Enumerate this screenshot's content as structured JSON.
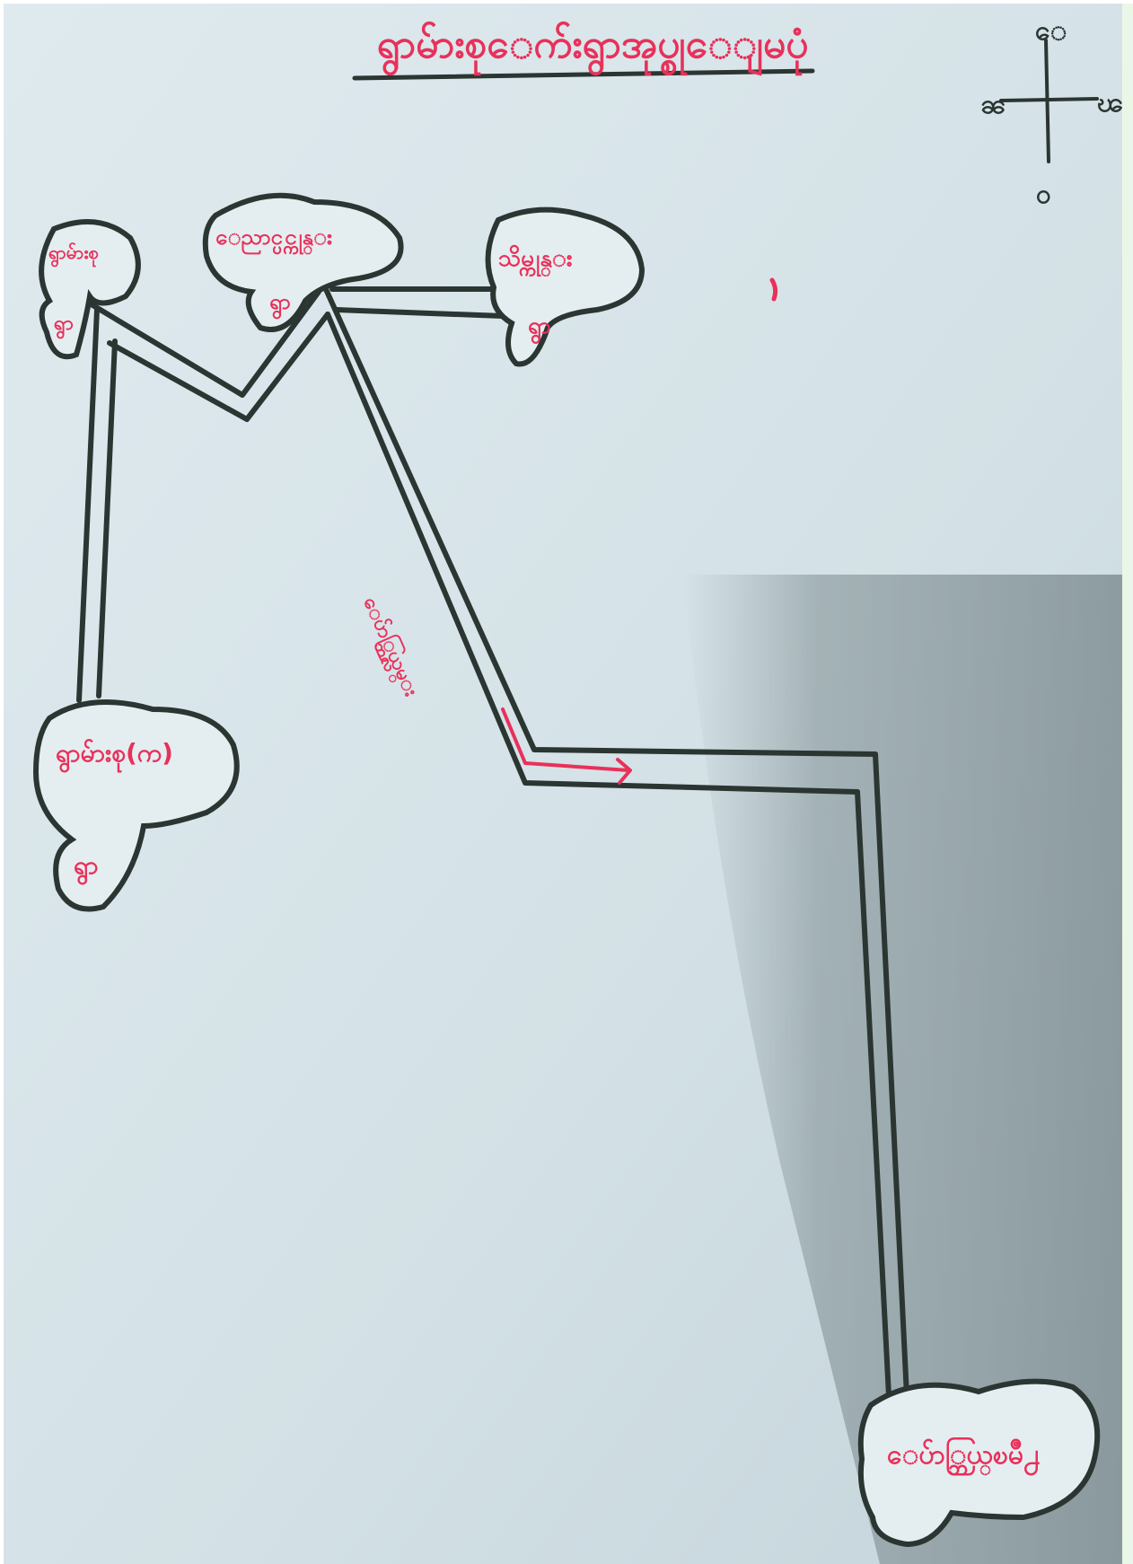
{
  "map": {
    "title": "ရွာမ်ားစုေက်းရွာအုပ္စုေျမပုံ",
    "compass": {
      "north": "ေ",
      "south": "ဝ",
      "east": "ၽ",
      "west": "ၼ"
    },
    "places": {
      "village_a": {
        "name": "ရွာမ်ားစု",
        "suffix": "ရွာ"
      },
      "village_b": {
        "name": "ေညာင္ပင္ကုန္း",
        "suffix": "ရွာ"
      },
      "village_c": {
        "name": "သိမ္ကုန္း",
        "suffix": "ရွာ"
      },
      "village_d": {
        "name": "ရွာမ်ားစု(က)",
        "suffix": "ရွာ"
      },
      "town": {
        "name": "ေပ်ာ္ဘြယ္ၿမိဳ႕"
      }
    },
    "route_label": "ေပ်ာ္ဘြယ္လမ္း",
    "colors": {
      "paper": "#d7e6ea",
      "ink_dark": "#2b3532",
      "ink_red": "#e8315a",
      "blob_fill": "#e4eef1"
    }
  }
}
